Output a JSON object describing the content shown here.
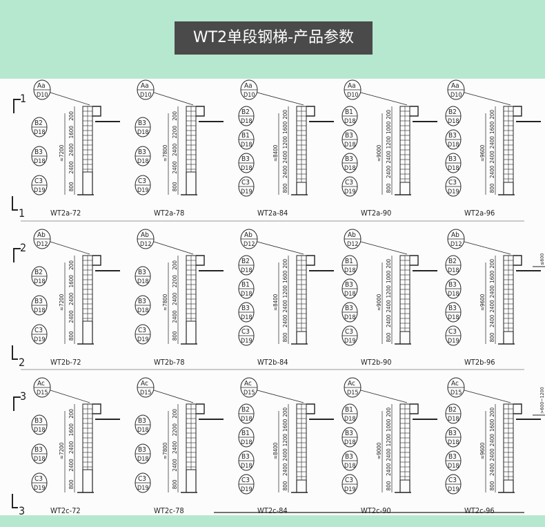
{
  "header": {
    "title": "WT2单段钢梯-产品参数",
    "accent_color": "#4a4a4a",
    "background_color": "#b6e8cf"
  },
  "row_markers": [
    {
      "top": "1",
      "bottom": "1"
    },
    {
      "top": "2",
      "bottom": "2"
    },
    {
      "top": "3",
      "bottom": "3"
    }
  ],
  "rows": [
    {
      "top_tag": [
        "Aa",
        "Aa",
        "Aa",
        "Aa",
        "Aa"
      ],
      "top_code": [
        "D10",
        "D10",
        "D10",
        "D10",
        "D10"
      ],
      "models": [
        {
          "name": "WT2a-72",
          "total": "≈7200",
          "segments": [
            "200",
            "1600",
            "2400",
            "2400",
            "800"
          ],
          "tags": [
            [
              "B2",
              "D18"
            ],
            [
              "B3",
              "D18"
            ],
            [
              "C3",
              "D19"
            ]
          ]
        },
        {
          "name": "WT2a-78",
          "total": "≈7800",
          "segments": [
            "200",
            "2200",
            "2400",
            "2400",
            "800"
          ],
          "tags": [
            [
              "B3",
              "D18"
            ],
            [
              "B3",
              "D18"
            ],
            [
              "C3",
              "D19"
            ]
          ]
        },
        {
          "name": "WT2a-84",
          "total": "≈8400",
          "segments": [
            "200",
            "1600",
            "1200",
            "2400",
            "2400",
            "800"
          ],
          "tags": [
            [
              "B2",
              "D18"
            ],
            [
              "B1",
              "D18"
            ],
            [
              "B3",
              "D18"
            ],
            [
              "C3",
              "D19"
            ]
          ]
        },
        {
          "name": "WT2a-90",
          "total": "≈9000",
          "segments": [
            "200",
            "1000",
            "1200",
            "2400",
            "2400",
            "800"
          ],
          "tags": [
            [
              "B1",
              "D18"
            ],
            [
              "B3",
              "D18"
            ],
            [
              "B3",
              "D18"
            ],
            [
              "C3",
              "D19"
            ]
          ]
        },
        {
          "name": "WT2a-96",
          "total": "≈9600",
          "segments": [
            "200",
            "1600",
            "2400",
            "2400",
            "2400",
            "800"
          ],
          "tags": [
            [
              "B2",
              "D18"
            ],
            [
              "B3",
              "D18"
            ],
            [
              "B3",
              "D18"
            ],
            [
              "C3",
              "D19"
            ]
          ]
        }
      ]
    },
    {
      "top_tag": [
        "Ab",
        "Ab",
        "Ab",
        "Ab",
        "Ab"
      ],
      "top_code": [
        "D12",
        "D12",
        "D12",
        "D12",
        "D12"
      ],
      "models": [
        {
          "name": "WT2b-72",
          "total": "≈7200",
          "segments": [
            "200",
            "1600",
            "2400",
            "2400",
            "800"
          ],
          "tags": [
            [
              "B2",
              "D18"
            ],
            [
              "B3",
              "D18"
            ],
            [
              "C3",
              "D19"
            ]
          ]
        },
        {
          "name": "WT2b-78",
          "total": "≈7800",
          "segments": [
            "200",
            "2200",
            "2400",
            "2400",
            "800"
          ],
          "tags": [
            [
              "B3",
              "D18"
            ],
            [
              "B3",
              "D18"
            ],
            [
              "C3",
              "D19"
            ]
          ]
        },
        {
          "name": "WT2b-84",
          "total": "≈8400",
          "segments": [
            "200",
            "1600",
            "1200",
            "2400",
            "2400",
            "800"
          ],
          "tags": [
            [
              "B2",
              "D18"
            ],
            [
              "B1",
              "D18"
            ],
            [
              "B3",
              "D18"
            ],
            [
              "C3",
              "D19"
            ]
          ]
        },
        {
          "name": "WT2b-90",
          "total": "≈9000",
          "segments": [
            "200",
            "1000",
            "1200",
            "2400",
            "2400",
            "800"
          ],
          "tags": [
            [
              "B1",
              "D18"
            ],
            [
              "B3",
              "D18"
            ],
            [
              "B3",
              "D18"
            ],
            [
              "C3",
              "D19"
            ]
          ]
        },
        {
          "name": "WT2b-96",
          "total": "≈9600",
          "segments": [
            "200",
            "1600",
            "2400",
            "2400",
            "2400",
            "800"
          ],
          "tags": [
            [
              "B2",
              "D18"
            ],
            [
              "B3",
              "D18"
            ],
            [
              "B3",
              "D18"
            ],
            [
              "C3",
              "D19"
            ]
          ],
          "side_note": "≤600"
        }
      ]
    },
    {
      "top_tag": [
        "Ac",
        "Ac",
        "Ac",
        "Ac",
        "Ac"
      ],
      "top_code": [
        "D15",
        "D15",
        "D15",
        "D15",
        "D15"
      ],
      "models": [
        {
          "name": "WT2c-72",
          "total": "≈7200",
          "segments": [
            "200",
            "1600",
            "2400",
            "2400",
            "800"
          ],
          "tags": [
            [
              "B3",
              "D18"
            ],
            [
              "B3",
              "D18"
            ],
            [
              "C3",
              "D19"
            ]
          ]
        },
        {
          "name": "WT2c-78",
          "total": "≈7800",
          "segments": [
            "200",
            "2200",
            "2400",
            "2400",
            "800"
          ],
          "tags": [
            [
              "B3",
              "D18"
            ],
            [
              "B3",
              "D18"
            ],
            [
              "C3",
              "D19"
            ]
          ]
        },
        {
          "name": "WT2c-84",
          "total": "≈8400",
          "segments": [
            "200",
            "1600",
            "1200",
            "2400",
            "2400",
            "800"
          ],
          "tags": [
            [
              "B2",
              "D18"
            ],
            [
              "B1",
              "D18"
            ],
            [
              "B3",
              "D18"
            ],
            [
              "C3",
              "D19"
            ]
          ]
        },
        {
          "name": "WT2c-90",
          "total": "≈9000",
          "segments": [
            "200",
            "1000",
            "1200",
            "2400",
            "2400",
            "800"
          ],
          "tags": [
            [
              "B1",
              "D18"
            ],
            [
              "B3",
              "D18"
            ],
            [
              "B3",
              "D18"
            ],
            [
              "C3",
              "D19"
            ]
          ]
        },
        {
          "name": "WT2c-96",
          "total": "≈9600",
          "segments": [
            "200",
            "1600",
            "2400",
            "2400",
            "2400",
            "800"
          ],
          "tags": [
            [
              "B2",
              "D18"
            ],
            [
              "B3",
              "D18"
            ],
            [
              "B3",
              "D18"
            ],
            [
              "C3",
              "D19"
            ]
          ],
          "side_note": ">600~1200"
        }
      ]
    }
  ]
}
